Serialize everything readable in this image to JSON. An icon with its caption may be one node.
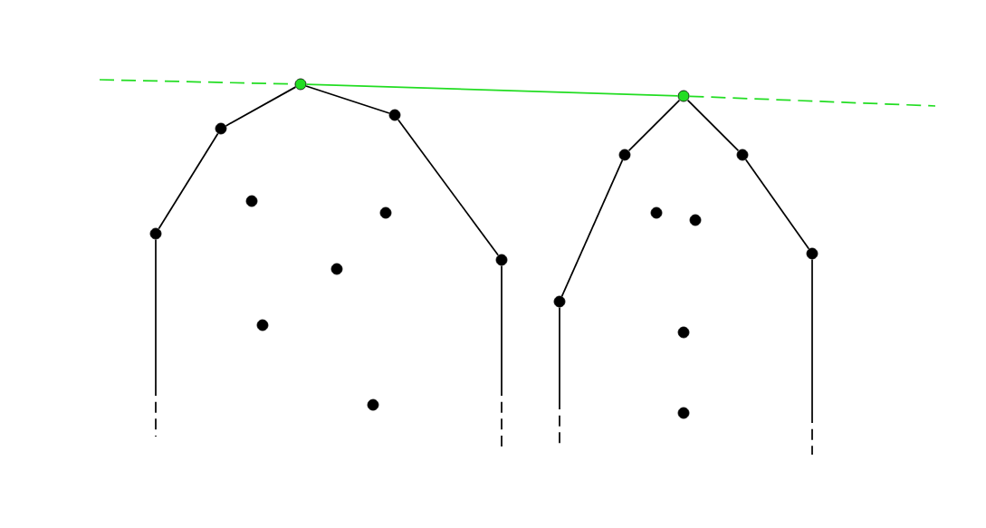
{
  "diagram": {
    "nodes": [
      {
        "text": [],
        "shape": "circle"
      },
      {
        "text": [],
        "shape": "circle"
      },
      {
        "text": [],
        "shape": "circle"
      },
      {
        "text": [],
        "shape": "circle"
      },
      {
        "text": [],
        "shape": "circle"
      },
      {
        "text": [],
        "shape": "circle"
      },
      {
        "text": [],
        "shape": "circle"
      },
      {
        "text": [],
        "shape": "circle"
      },
      {
        "text": [],
        "shape": "circle"
      },
      {
        "text": [],
        "shape": "circle"
      },
      {
        "text": [],
        "shape": "circle"
      },
      {
        "text": [],
        "shape": "circle"
      },
      {
        "text": [],
        "shape": "circle"
      },
      {
        "text": [],
        "shape": "circle"
      },
      {
        "text": [],
        "shape": "circle"
      },
      {
        "text": [],
        "shape": "circle"
      },
      {
        "text": [],
        "shape": "circle"
      },
      {
        "text": [],
        "shape": "circle"
      },
      {
        "text": [],
        "shape": "circle"
      }
    ],
    "edges": [
      {
        "from": 0,
        "to": 1,
        "arrow": "none"
      },
      {
        "from": 1,
        "to": 2,
        "arrow": "none"
      },
      {
        "from": 2,
        "to": 3,
        "arrow": "none"
      },
      {
        "from": 3,
        "to": 4,
        "arrow": "none"
      },
      {
        "from": 10,
        "to": 11,
        "arrow": "none"
      },
      {
        "from": 11,
        "to": 12,
        "arrow": "none"
      },
      {
        "from": 12,
        "to": 13,
        "arrow": "none"
      },
      {
        "from": 13,
        "to": 14,
        "arrow": "none"
      },
      {
        "from": 2,
        "to": 12,
        "arrow": "none",
        "color": "#22dd22"
      },
      {
        "from": null,
        "to": 2,
        "arrow": "none",
        "style": "dashed",
        "color": "#22dd22"
      },
      {
        "from": 12,
        "to": null,
        "arrow": "none",
        "style": "dashed",
        "color": "#22dd22"
      },
      {
        "from": 0,
        "to": null,
        "arrow": "none"
      },
      {
        "from": 4,
        "to": null,
        "arrow": "none"
      },
      {
        "from": 10,
        "to": null,
        "arrow": "none"
      },
      {
        "from": 14,
        "to": null,
        "arrow": "none"
      }
    ]
  }
}
